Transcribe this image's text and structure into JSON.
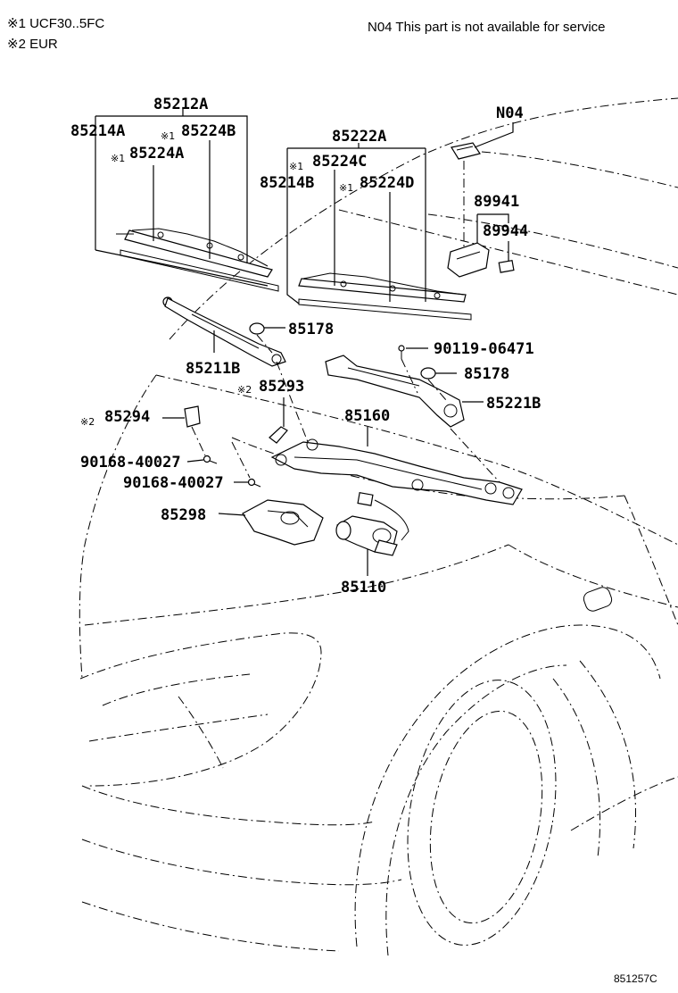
{
  "notes": {
    "note1": "※1 UCF30..5FC",
    "note2": "※2 EUR",
    "n04_note": "N04  This part is not available for service"
  },
  "labels": {
    "p85212A": "85212A",
    "p85214A": "85214A",
    "p85224B_mark": "※1",
    "p85224B": "85224B",
    "p85224A_mark": "※1",
    "p85224A": "85224A",
    "p85222A": "85222A",
    "p85224C_mark": "※1",
    "p85224C": "85224C",
    "p85214B": "85214B",
    "p85224D_mark": "※1",
    "p85224D": "85224D",
    "pN04": "N04",
    "p89941": "89941",
    "p89944": "89944",
    "p85178a": "85178",
    "p85211B": "85211B",
    "p90119": "90119-06471",
    "p85178b": "85178",
    "p85293_mark": "※2",
    "p85293": "85293",
    "p85221B": "85221B",
    "p85294_mark": "※2",
    "p85294": "85294",
    "p85160": "85160",
    "p90168a": "90168-40027",
    "p90168b": "90168-40027",
    "p85298": "85298",
    "p85110": "85110"
  },
  "diagram_id": "851257C",
  "colors": {
    "ink": "#000000",
    "paper": "#ffffff"
  }
}
